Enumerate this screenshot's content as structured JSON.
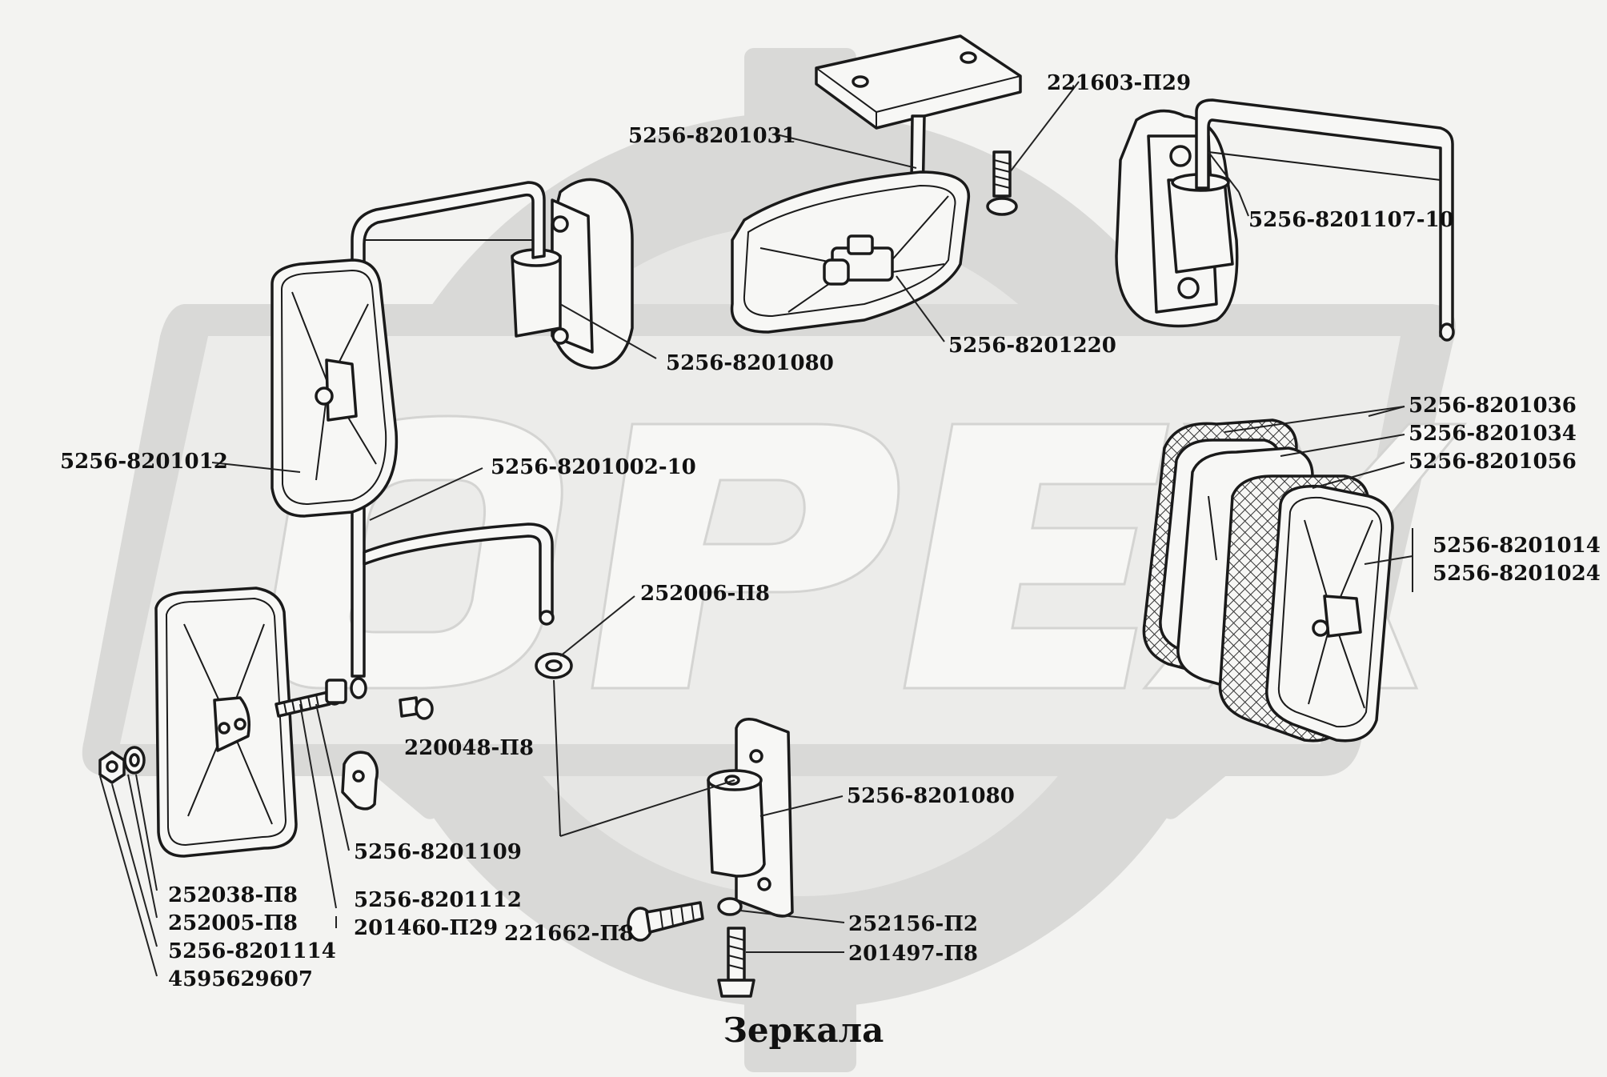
{
  "title": "Зеркала",
  "watermark": {
    "text": "OPEX",
    "color": "#d9d9d7"
  },
  "parts": [
    {
      "id": "p01",
      "label": "221603-П29"
    },
    {
      "id": "p02",
      "label": "5256-8201031"
    },
    {
      "id": "p03",
      "label": "5256-8201107-10"
    },
    {
      "id": "p04",
      "label": "5256-8201080"
    },
    {
      "id": "p05",
      "label": "5256-8201220"
    },
    {
      "id": "p06",
      "label": "5256-8201036"
    },
    {
      "id": "p07",
      "label": "5256-8201034"
    },
    {
      "id": "p08",
      "label": "5256-8201056"
    },
    {
      "id": "p09",
      "label": "5256-8201012"
    },
    {
      "id": "p10",
      "label": "5256-8201002-10"
    },
    {
      "id": "p11",
      "label": "5256-8201014"
    },
    {
      "id": "p12",
      "label": "5256-8201024"
    },
    {
      "id": "p13",
      "label": "252006-П8"
    },
    {
      "id": "p14",
      "label": "220048-П8"
    },
    {
      "id": "p15",
      "label": "5256-8201080"
    },
    {
      "id": "p16",
      "label": "5256-8201109"
    },
    {
      "id": "p17",
      "label": "252038-П8"
    },
    {
      "id": "p18",
      "label": "5256-8201112"
    },
    {
      "id": "p19",
      "label": "252005-П8"
    },
    {
      "id": "p20",
      "label": "201460-П29"
    },
    {
      "id": "p21",
      "label": "5256-8201114"
    },
    {
      "id": "p22",
      "label": "4595629607"
    },
    {
      "id": "p23",
      "label": "221662-П8"
    },
    {
      "id": "p24",
      "label": "252156-П2"
    },
    {
      "id": "p25",
      "label": "201497-П8"
    }
  ]
}
